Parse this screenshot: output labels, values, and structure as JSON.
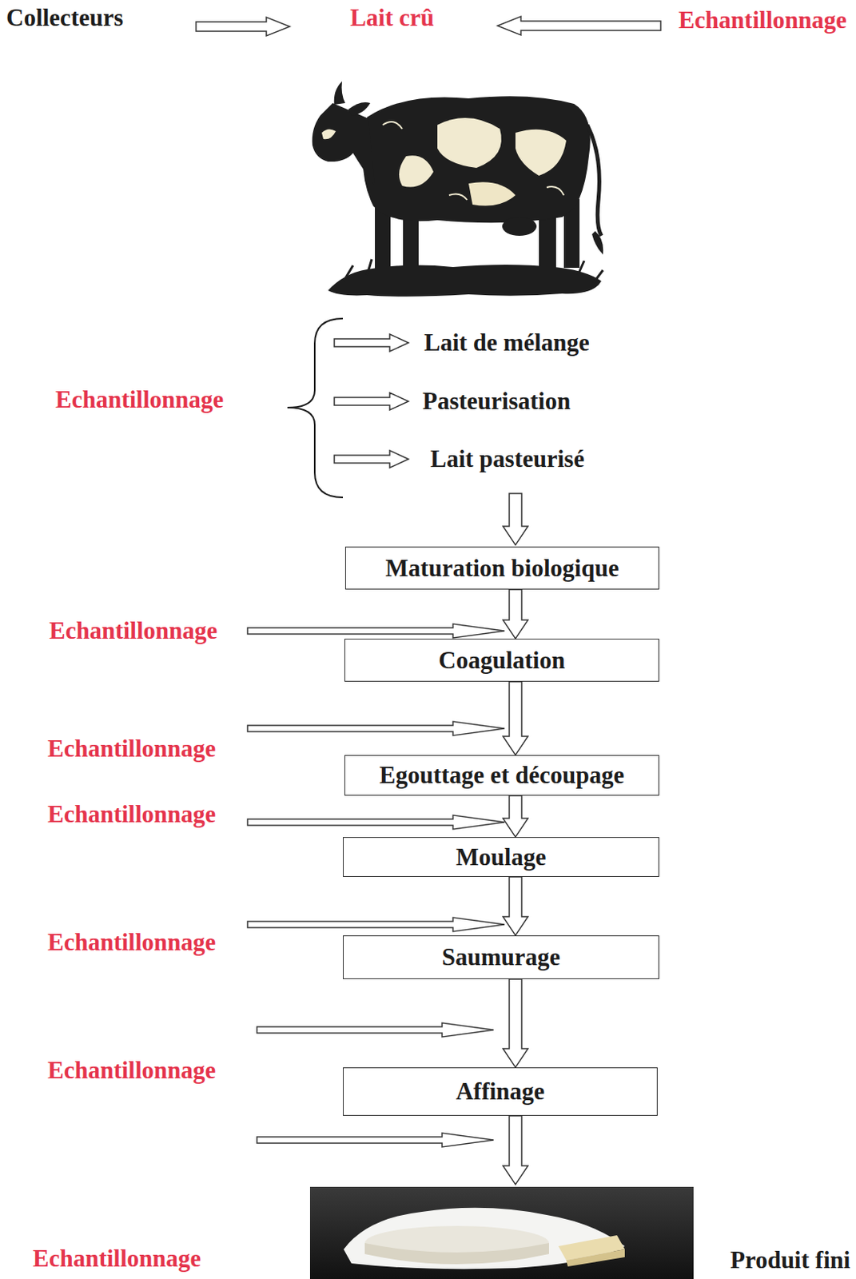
{
  "diagram": {
    "nodes": [
      {
        "text": [
          "Maturation biologique"
        ]
      },
      {
        "text": [
          "Coagulation"
        ]
      },
      {
        "text": [
          "Egouttage et découpage"
        ]
      },
      {
        "text": [
          "Moulage"
        ]
      },
      {
        "text": [
          "Saumurage"
        ]
      },
      {
        "text": [
          "Affinage"
        ]
      }
    ],
    "edges": [
      {
        "from": 0,
        "to": 1,
        "arrow": "to"
      },
      {
        "from": 1,
        "to": 2,
        "arrow": "to"
      },
      {
        "from": 2,
        "to": 3,
        "arrow": "to"
      },
      {
        "from": 3,
        "to": 4,
        "arrow": "to"
      },
      {
        "from": 4,
        "to": 5,
        "arrow": "to"
      }
    ],
    "labels": [
      "Collecteurs",
      "Lait crû",
      "Echantillonnage",
      "Echantillonnage",
      "Lait de mélange",
      "Pasteurisation",
      "Lait pasteurisé",
      "Echantillonnage",
      "Echantillonnage",
      "Echantillonnage",
      "Echantillonnage",
      "Echantillonnage",
      "Echantillonnage",
      "Produit fini"
    ]
  }
}
